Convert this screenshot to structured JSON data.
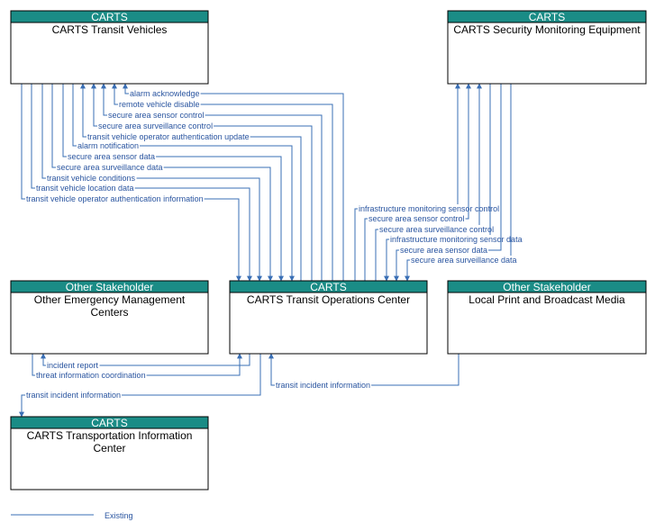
{
  "colors": {
    "header": "#1a8c86",
    "flow": "#3a6fb5",
    "label": "#2a55a0"
  },
  "nodes": {
    "vehicles": {
      "category": "CARTS",
      "name": [
        "CARTS Transit Vehicles"
      ]
    },
    "security": {
      "category": "CARTS",
      "name": [
        "CARTS Security Monitoring Equipment"
      ]
    },
    "emergency": {
      "category": "Other Stakeholder",
      "name": [
        "Other Emergency Management",
        "Centers"
      ]
    },
    "operations": {
      "category": "CARTS",
      "name": [
        "CARTS Transit Operations Center"
      ]
    },
    "media": {
      "category": "Other Stakeholder",
      "name": [
        "Local Print and Broadcast Media"
      ]
    },
    "info_center": {
      "category": "CARTS",
      "name": [
        "CARTS Transportation Information",
        "Center"
      ]
    }
  },
  "flows": [
    {
      "label": "alarm acknowledge",
      "from": "operations",
      "to": "vehicles"
    },
    {
      "label": "remote vehicle disable",
      "from": "operations",
      "to": "vehicles"
    },
    {
      "label": "secure area sensor control",
      "from": "operations",
      "to": "vehicles"
    },
    {
      "label": "secure area surveillance control",
      "from": "operations",
      "to": "vehicles"
    },
    {
      "label": "transit vehicle operator authentication update",
      "from": "operations",
      "to": "vehicles"
    },
    {
      "label": "alarm notification",
      "from": "vehicles",
      "to": "operations"
    },
    {
      "label": "secure area sensor data",
      "from": "vehicles",
      "to": "operations"
    },
    {
      "label": "secure area surveillance data",
      "from": "vehicles",
      "to": "operations"
    },
    {
      "label": "transit vehicle conditions",
      "from": "vehicles",
      "to": "operations"
    },
    {
      "label": "transit vehicle location data",
      "from": "vehicles",
      "to": "operations"
    },
    {
      "label": "transit vehicle operator authentication information",
      "from": "vehicles",
      "to": "operations"
    },
    {
      "label": "infrastructure monitoring sensor control",
      "from": "operations",
      "to": "security"
    },
    {
      "label": "secure area sensor control",
      "from": "operations",
      "to": "security"
    },
    {
      "label": "secure area surveillance control",
      "from": "operations",
      "to": "security"
    },
    {
      "label": "infrastructure monitoring sensor data",
      "from": "security",
      "to": "operations"
    },
    {
      "label": "secure area sensor data",
      "from": "security",
      "to": "operations"
    },
    {
      "label": "secure area surveillance data",
      "from": "security",
      "to": "operations"
    },
    {
      "label": "incident report",
      "from": "operations",
      "to": "emergency"
    },
    {
      "label": "threat information coordination",
      "from": "emergency",
      "to": "operations"
    },
    {
      "label": "transit incident information",
      "from": "operations",
      "to": "info_center"
    },
    {
      "label": "transit incident information",
      "from": "media",
      "to": "operations"
    }
  ],
  "legend": {
    "label": "Existing"
  }
}
